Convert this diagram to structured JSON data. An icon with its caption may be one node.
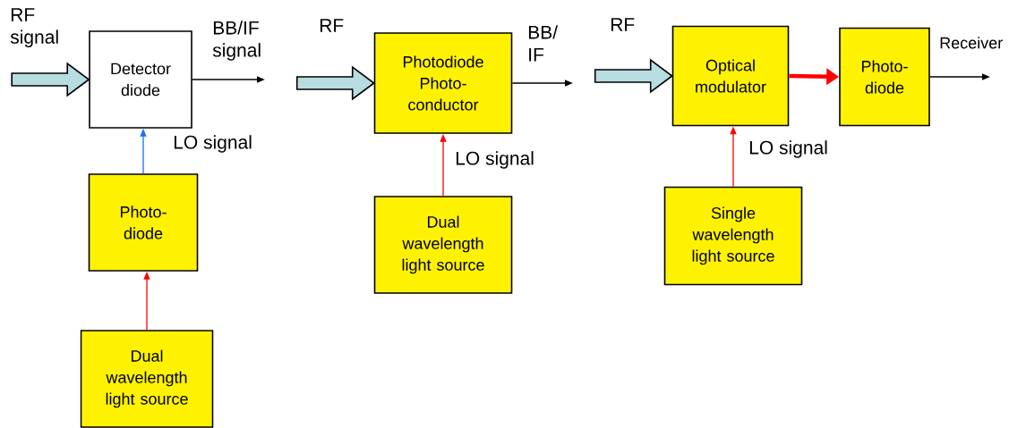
{
  "diagram": {
    "nodes": [
      {
        "text": [
          "Detector diode"
        ]
      },
      {
        "text": [
          "Photo- diode"
        ]
      },
      {
        "text": [
          "Dual wavelength light source"
        ]
      },
      {
        "text": [
          "Photodiode Photo- conductor"
        ]
      },
      {
        "text": [
          "Dual wavelength light source"
        ]
      },
      {
        "text": [
          "Optical modulator"
        ]
      },
      {
        "text": [
          "Photo- diode"
        ]
      },
      {
        "text": [
          "Single wavelength light source"
        ]
      }
    ],
    "edges": [
      {
        "from": null,
        "to": 0,
        "arrow": "to",
        "label": "RF signal",
        "style": "thick",
        "color": "#b7dde0"
      },
      {
        "from": 0,
        "to": null,
        "arrow": "to",
        "label": "BB/IF signal",
        "color": "#000000"
      },
      {
        "from": 1,
        "to": 0,
        "arrow": "to",
        "label": "LO signal",
        "color": "#1a6cff"
      },
      {
        "from": 2,
        "to": 1,
        "arrow": "to",
        "color": "#ff0000"
      },
      {
        "from": null,
        "to": 3,
        "arrow": "to",
        "label": "RF",
        "style": "thick",
        "color": "#b7dde0"
      },
      {
        "from": 3,
        "to": null,
        "arrow": "to",
        "label": "BB/ IF",
        "color": "#000000"
      },
      {
        "from": 4,
        "to": 3,
        "arrow": "to",
        "label": "LO signal",
        "color": "#ff0000"
      },
      {
        "from": null,
        "to": 5,
        "arrow": "to",
        "label": "RF",
        "style": "thick",
        "color": "#b7dde0"
      },
      {
        "from": 5,
        "to": 6,
        "arrow": "to",
        "style": "thick",
        "color": "#ff0000"
      },
      {
        "from": 6,
        "to": null,
        "arrow": "to",
        "label": "Receiver",
        "color": "#000000"
      },
      {
        "from": 7,
        "to": 5,
        "arrow": "to",
        "label": "LO signal",
        "color": "#ff0000"
      }
    ]
  }
}
